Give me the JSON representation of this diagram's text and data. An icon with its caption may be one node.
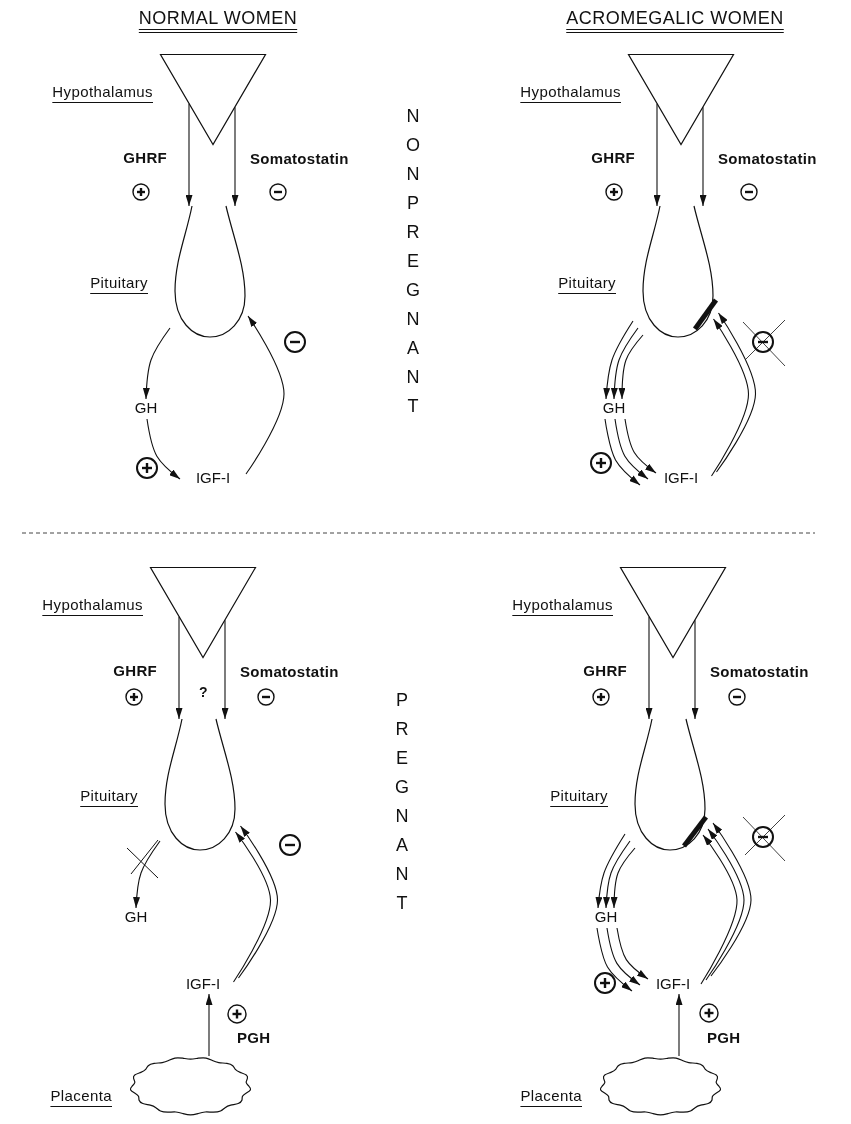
{
  "diagram": {
    "nodes": [
      {
        "text": [],
        "shape": "triangle",
        "beside": [
          "Hypothalamus"
        ]
      },
      {
        "text": [],
        "shape": "teardrop",
        "beside": [
          "Pituitary"
        ]
      },
      {
        "text": [
          "GH"
        ]
      },
      {
        "text": [
          "IGF-I"
        ]
      },
      {
        "text": [],
        "shape": "triangle",
        "beside": [
          "Hypothalamus"
        ]
      },
      {
        "text": [],
        "shape": "teardrop",
        "beside": [
          "Pituitary"
        ]
      },
      {
        "text": [
          "GH"
        ]
      },
      {
        "text": [
          "IGF-I"
        ]
      },
      {
        "text": [],
        "shape": "triangle",
        "beside": [
          "Hypothalamus"
        ]
      },
      {
        "text": [],
        "shape": "teardrop",
        "beside": [
          "Pituitary"
        ]
      },
      {
        "text": [
          "GH"
        ]
      },
      {
        "text": [
          "IGF-I"
        ]
      },
      {
        "text": [],
        "shape": "cloud",
        "beside": [
          "Placenta"
        ]
      },
      {
        "text": [],
        "shape": "triangle",
        "beside": [
          "Hypothalamus"
        ]
      },
      {
        "text": [],
        "shape": "teardrop",
        "beside": [
          "Pituitary"
        ]
      },
      {
        "text": [
          "GH"
        ]
      },
      {
        "text": [
          "IGF-I"
        ]
      },
      {
        "text": [],
        "shape": "cloud",
        "beside": [
          "Placenta"
        ]
      }
    ],
    "edges": [
      {
        "from": 0,
        "to": 1,
        "arrow": "to",
        "label": "GHRF"
      },
      {
        "from": 0,
        "to": 1,
        "arrow": "to",
        "label": "Somatostatin"
      },
      {
        "from": 1,
        "to": 2,
        "arrow": "to"
      },
      {
        "from": 2,
        "to": 3,
        "arrow": "to"
      },
      {
        "from": 3,
        "to": 1,
        "arrow": "to"
      },
      {
        "from": 4,
        "to": 5,
        "arrow": "to",
        "label": "GHRF"
      },
      {
        "from": 4,
        "to": 5,
        "arrow": "to",
        "label": "Somatostatin"
      },
      {
        "from": 5,
        "to": 6,
        "arrow": "to"
      },
      {
        "from": 5,
        "to": 6,
        "arrow": "to"
      },
      {
        "from": 5,
        "to": 6,
        "arrow": "to"
      },
      {
        "from": 6,
        "to": 7,
        "arrow": "to"
      },
      {
        "from": 6,
        "to": 7,
        "arrow": "to"
      },
      {
        "from": 6,
        "to": 7,
        "arrow": "to"
      },
      {
        "from": 7,
        "to": 5,
        "arrow": "to"
      },
      {
        "from": 7,
        "to": 5,
        "arrow": "to"
      },
      {
        "from": 8,
        "to": 9,
        "arrow": "to",
        "label": "GHRF"
      },
      {
        "from": 8,
        "to": 9,
        "arrow": "to",
        "label": "Somatostatin"
      },
      {
        "from": 9,
        "to": 10,
        "arrow": "to"
      },
      {
        "from": 11,
        "to": 9,
        "arrow": "to"
      },
      {
        "from": 11,
        "to": 9,
        "arrow": "to"
      },
      {
        "from": 12,
        "to": 11,
        "arrow": "to",
        "label": "PGH"
      },
      {
        "from": 13,
        "to": 14,
        "arrow": "to",
        "label": "GHRF"
      },
      {
        "from": 13,
        "to": 14,
        "arrow": "to",
        "label": "Somatostatin"
      },
      {
        "from": 14,
        "to": 15,
        "arrow": "to"
      },
      {
        "from": 14,
        "to": 15,
        "arrow": "to"
      },
      {
        "from": 14,
        "to": 15,
        "arrow": "to"
      },
      {
        "from": 15,
        "to": 16,
        "arrow": "to"
      },
      {
        "from": 15,
        "to": 16,
        "arrow": "to"
      },
      {
        "from": 15,
        "to": 16,
        "arrow": "to"
      },
      {
        "from": 16,
        "to": 14,
        "arrow": "to"
      },
      {
        "from": 16,
        "to": 14,
        "arrow": "to"
      },
      {
        "from": 16,
        "to": 14,
        "arrow": "to"
      },
      {
        "from": 17,
        "to": 16,
        "arrow": "to",
        "label": "PGH"
      }
    ],
    "labels": [
      "NORMAL WOMEN",
      "ACROMEGALIC WOMEN",
      "NONPREGNANT",
      "?",
      "PREGNANT"
    ]
  }
}
